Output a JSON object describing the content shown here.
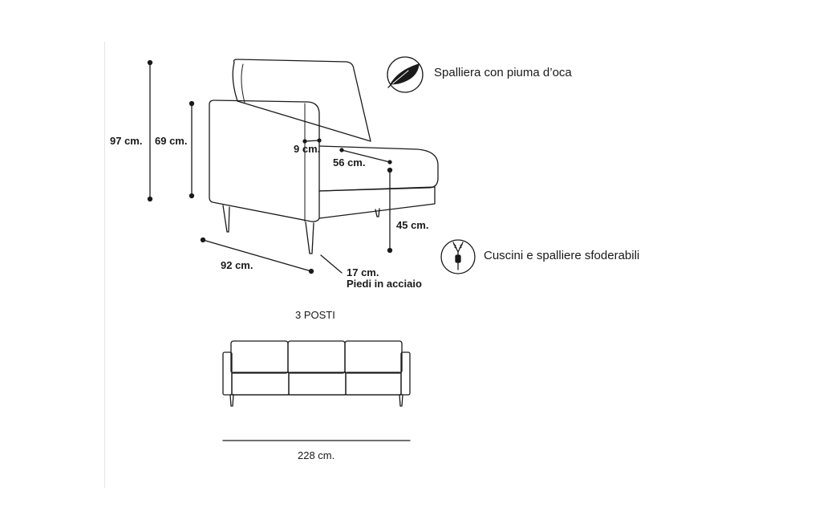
{
  "dimensions": {
    "height_total": "97 cm.",
    "height_armrest": "69 cm.",
    "armrest_width": "9 cm.",
    "seat_depth": "56 cm.",
    "seat_height": "45 cm.",
    "depth": "92 cm.",
    "leg_height": "17 cm.",
    "leg_material": "Piedi in acciaio",
    "sofa_width": "228 cm."
  },
  "sofa_label": "3 POSTI",
  "features": [
    {
      "icon": "feather-icon",
      "label": "Spalliera con piuma d’oca"
    },
    {
      "icon": "zipper-icon",
      "label": "Cuscini e spalliere sfoderabili"
    }
  ],
  "colors": {
    "line": "#1a1a1a",
    "divider": "#e4e4e4"
  }
}
